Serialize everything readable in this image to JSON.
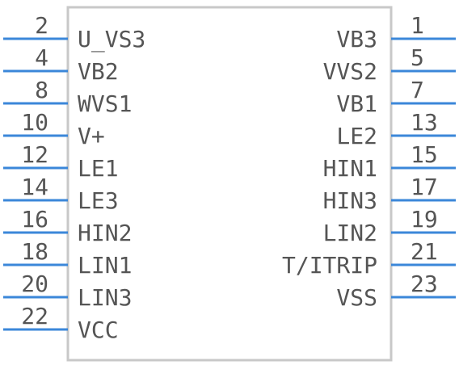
{
  "component": {
    "body_color": "#c8c8c8",
    "pin_color": "#3b87d9",
    "text_color": "#555555"
  },
  "left_pins": [
    {
      "number": "2",
      "name": "U_VS3"
    },
    {
      "number": "4",
      "name": "VB2"
    },
    {
      "number": "8",
      "name": "WVS1"
    },
    {
      "number": "10",
      "name": "V+"
    },
    {
      "number": "12",
      "name": "LE1"
    },
    {
      "number": "14",
      "name": "LE3"
    },
    {
      "number": "16",
      "name": "HIN2"
    },
    {
      "number": "18",
      "name": "LIN1"
    },
    {
      "number": "20",
      "name": "LIN3"
    },
    {
      "number": "22",
      "name": "VCC"
    }
  ],
  "right_pins": [
    {
      "number": "1",
      "name": "VB3"
    },
    {
      "number": "5",
      "name": "VVS2"
    },
    {
      "number": "7",
      "name": "VB1"
    },
    {
      "number": "13",
      "name": "LE2"
    },
    {
      "number": "15",
      "name": "HIN1"
    },
    {
      "number": "17",
      "name": "HIN3"
    },
    {
      "number": "19",
      "name": "LIN2"
    },
    {
      "number": "21",
      "name": "T/ITRIP"
    },
    {
      "number": "23",
      "name": "VSS"
    }
  ]
}
